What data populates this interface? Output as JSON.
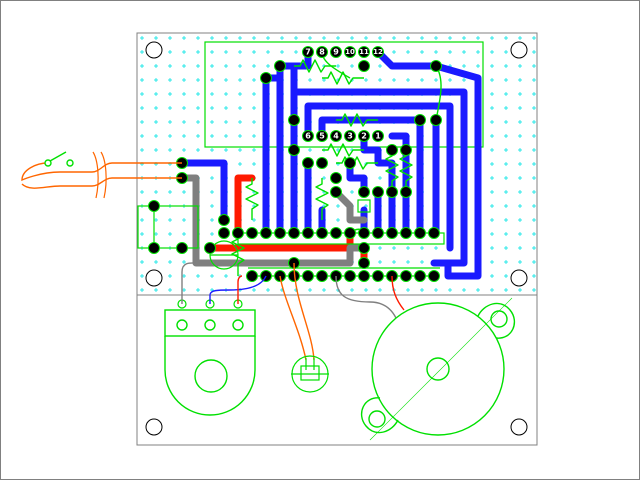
{
  "colors": {
    "background": "#ffffff",
    "board_outline": "#808080",
    "grid": "#00e5e5",
    "outline": "#00e000",
    "trace_blue": "#1a1aff",
    "trace_red": "#ff1a00",
    "trace_grey": "#7f7f7f",
    "wire_orange": "#ff6600",
    "pad": "#000000",
    "label_text": "#ffffff"
  },
  "top_ic": {
    "pin_labels": [
      "7",
      "8",
      "9",
      "10",
      "11",
      "12"
    ]
  },
  "mid_ic": {
    "pin_labels": [
      "6",
      "5",
      "4",
      "3",
      "2",
      "1"
    ]
  },
  "components": {
    "input_switch": "switch-icon",
    "potentiometer": "potentiometer-icon",
    "led": "led-icon",
    "piezo": "piezo-speaker-icon"
  }
}
